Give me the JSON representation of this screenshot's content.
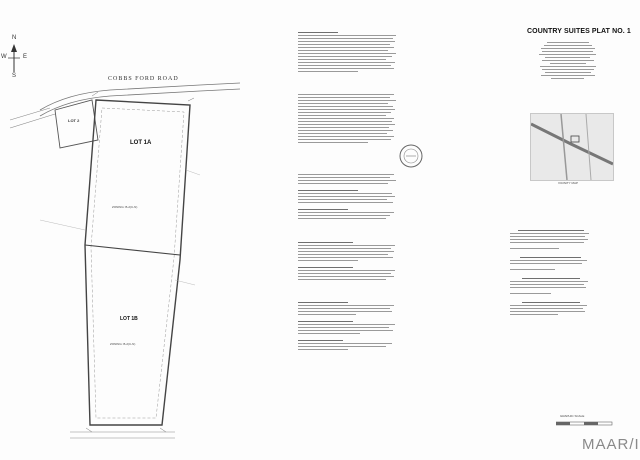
{
  "plat": {
    "title": "COUNTRY SUITES PLAT NO. 1",
    "road_name": "COBBS FORD ROAD",
    "lot_a_label": "LOT 1A",
    "lot_b_label": "LOT 1B",
    "lot2_label": "LOT 2",
    "zoning_upper": "ZONING: B-2(C-N)",
    "zoning_lower": "ZONING: B-2(C-N)",
    "vicinity_label": "VICINITY MAP",
    "north_labels": {
      "n": "N",
      "s": "S",
      "e": "E",
      "w": "W"
    },
    "scale_label": "GRAPHIC SCALE"
  },
  "watermark": "MAAR/I",
  "colors": {
    "paper": "#fdfdfd",
    "line": "#555555",
    "text": "#222222",
    "watermark": "#8a8a8a"
  }
}
